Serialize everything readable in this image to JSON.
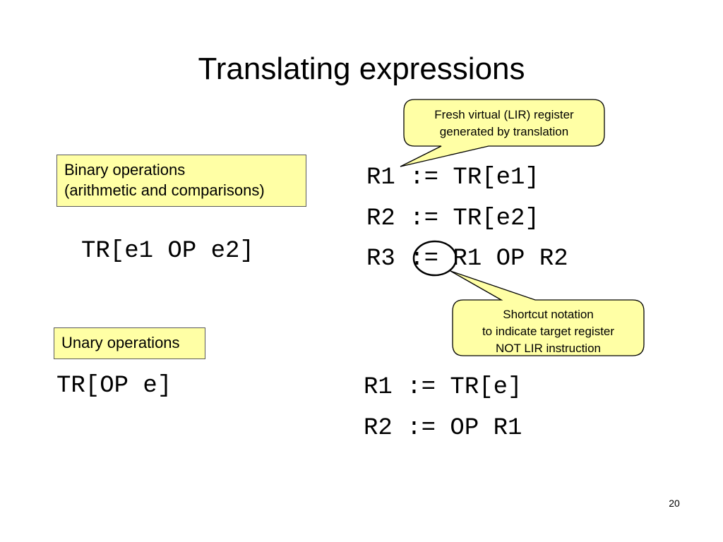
{
  "slide": {
    "title": "Translating expressions",
    "page_number": "20"
  },
  "binary": {
    "label_line1": "Binary operations",
    "label_line2": "(arithmetic and comparisons)",
    "source": "TR[e1 OP e2]",
    "translation": [
      "R1 := TR[e1]",
      "R2 := TR[e2]",
      "R3 := R1 OP R2"
    ]
  },
  "unary": {
    "label": "Unary operations",
    "source": "TR[OP e]",
    "translation": [
      "R1 := TR[e]",
      "R2 := OP R1"
    ]
  },
  "callouts": {
    "fresh_register": {
      "line1": "Fresh virtual (LIR) register",
      "line2": "generated by translation"
    },
    "shortcut_notation": {
      "line1": "Shortcut notation",
      "line2": "to indicate target register",
      "line3": "NOT LIR instruction"
    }
  },
  "colors": {
    "callout_fill": "#ffffa5",
    "outline": "#000000"
  }
}
